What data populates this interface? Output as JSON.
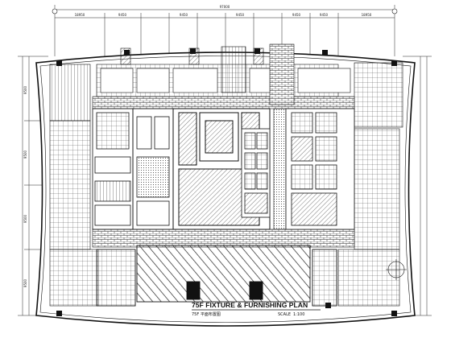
{
  "drawing": {
    "title": "75F FIXTURE & FURNISHING PLAN",
    "subtitle": "75F 平面布置图",
    "scale_label": "SCALE",
    "scale_value": "1:100"
  },
  "grid": {
    "top_dims": [
      "18950",
      "9450",
      "9450",
      "9450",
      "9450",
      "9450",
      "18950"
    ],
    "overall_top": "97000",
    "left_dims": [
      "9500",
      "9500",
      "9500",
      "9500"
    ]
  },
  "colors": {
    "line": "#1a1a1a",
    "paper": "#ffffff",
    "hatch": "#333333"
  }
}
